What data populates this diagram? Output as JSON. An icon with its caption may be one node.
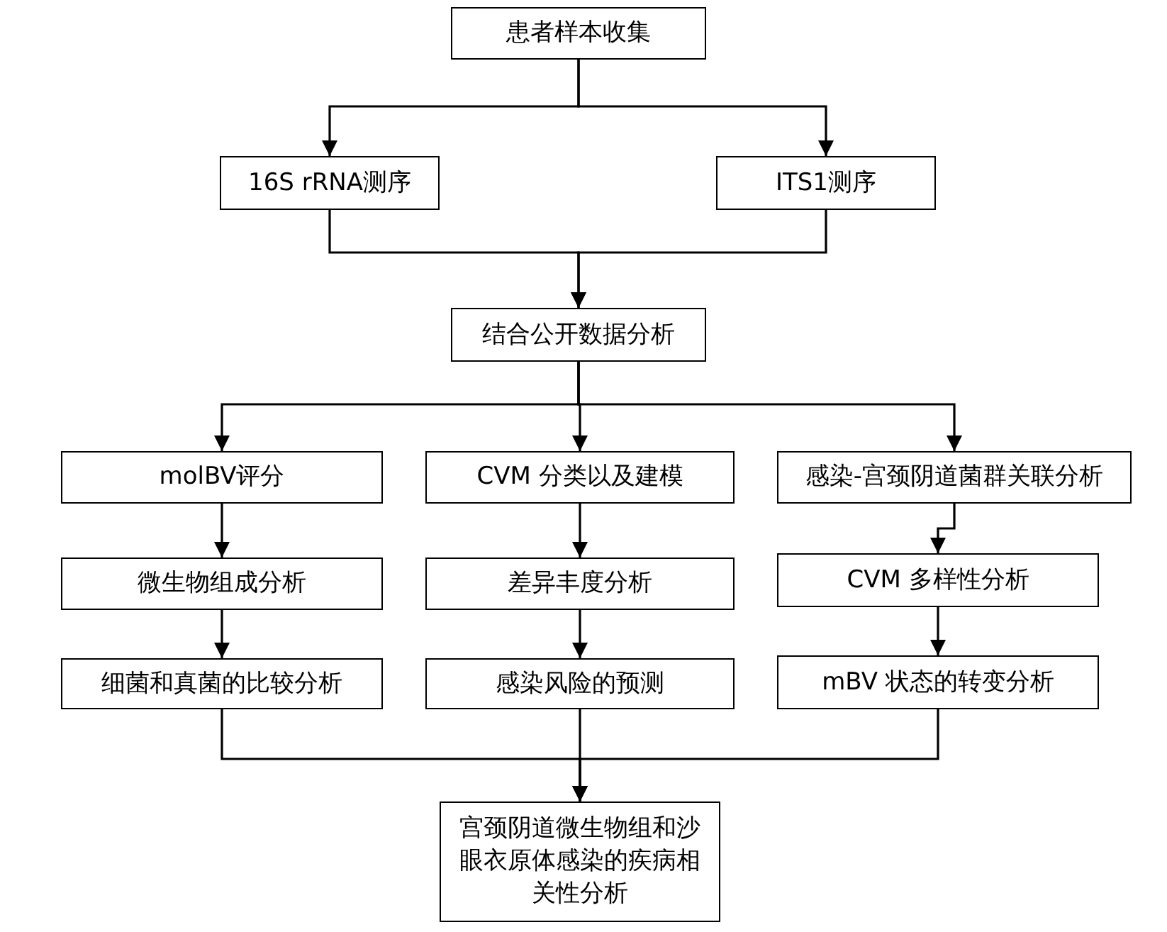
{
  "diagram": {
    "nodes": [
      {
        "text": [
          "患者样本收集"
        ]
      },
      {
        "text": [
          "16S rRNA测序"
        ]
      },
      {
        "text": [
          "ITS1测序"
        ]
      },
      {
        "text": [
          "结合公开数据分析"
        ]
      },
      {
        "text": [
          "molBV评分"
        ]
      },
      {
        "text": [
          "CVM 分类以及建模"
        ]
      },
      {
        "text": [
          "感染-宫颈阴道菌群关联分析"
        ]
      },
      {
        "text": [
          "微生物组成分析"
        ]
      },
      {
        "text": [
          "差异丰度分析"
        ]
      },
      {
        "text": [
          "CVM 多样性分析"
        ]
      },
      {
        "text": [
          "细菌和真菌的比较分析"
        ]
      },
      {
        "text": [
          "感染风险的预测"
        ]
      },
      {
        "text": [
          "mBV 状态的转变分析"
        ]
      },
      {
        "text": [
          "宫颈阴道微生物组和沙眼衣原体感染的疾病相关性分析"
        ]
      }
    ],
    "edges": [
      {
        "from": 0,
        "to": 1,
        "arrow": "to"
      },
      {
        "from": 0,
        "to": 2,
        "arrow": "to"
      },
      {
        "from": 1,
        "to": 3,
        "arrow": "to"
      },
      {
        "from": 2,
        "to": 3,
        "arrow": "to"
      },
      {
        "from": 3,
        "to": 4,
        "arrow": "to"
      },
      {
        "from": 3,
        "to": 5,
        "arrow": "to"
      },
      {
        "from": 3,
        "to": 6,
        "arrow": "to"
      },
      {
        "from": 4,
        "to": 7,
        "arrow": "to"
      },
      {
        "from": 7,
        "to": 10,
        "arrow": "to"
      },
      {
        "from": 5,
        "to": 8,
        "arrow": "to"
      },
      {
        "from": 8,
        "to": 11,
        "arrow": "to"
      },
      {
        "from": 6,
        "to": 9,
        "arrow": "to"
      },
      {
        "from": 9,
        "to": 12,
        "arrow": "to"
      },
      {
        "from": 10,
        "to": 13,
        "arrow": "to"
      },
      {
        "from": 11,
        "to": 13,
        "arrow": "to"
      },
      {
        "from": 12,
        "to": 13,
        "arrow": "to"
      }
    ]
  }
}
